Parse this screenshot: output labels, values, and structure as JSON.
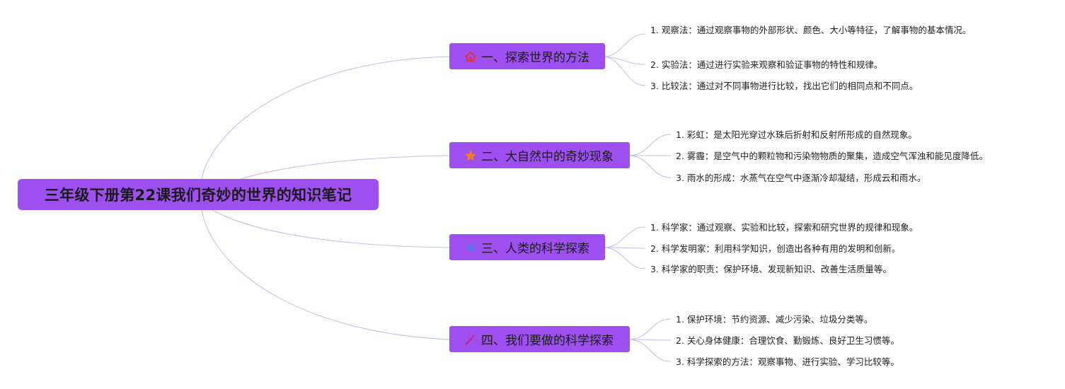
{
  "root": {
    "title": "三年级下册第22课我们奇妙的世界的知识笔记"
  },
  "colors": {
    "node": "#9d4ff0",
    "line": "#c9b7ea"
  },
  "branches": [
    {
      "title": "一、探索世界的方法",
      "icon": "house-icon",
      "items": [
        "1. 观察法：通过观察事物的外部形状、颜色、大小等特征，了解事物的基本情况。",
        "2. 实验法：通过进行实验来观察和验证事物的特性和规律。",
        "3. 比较法：通过对不同事物进行比较，找出它们的相同点和不同点。"
      ]
    },
    {
      "title": "二、大自然中的奇妙现象",
      "icon": "star-icon",
      "items": [
        "1. 彩虹：是太阳光穿过水珠后折射和反射所形成的自然现象。",
        "2. 雾霾：是空气中的颗粒物和污染物物质的聚集，造成空气浑浊和能见度降低。",
        "3. 雨水的形成：水蒸气在空气中逐渐冷却凝结，形成云和雨水。"
      ]
    },
    {
      "title": "三、人类的科学探索",
      "icon": "bird-icon",
      "items": [
        "1. 科学家：通过观察、实验和比较，探索和研究世界的规律和现象。",
        "2. 科学发明家：利用科学知识，创造出各种有用的发明和创新。",
        "3. 科学家的职责：保护环境、发现新知识、改善生活质量等。"
      ]
    },
    {
      "title": "四、我们要做的科学探索",
      "icon": "magic-wand-icon",
      "items": [
        "1. 保护环境：节约资源、减少污染、垃圾分类等。",
        "2. 关心身体健康：合理饮食、勤锻炼、良好卫生习惯等。",
        "3. 科学探索的方法：观察事物、进行实验、学习比较等。"
      ]
    }
  ]
}
